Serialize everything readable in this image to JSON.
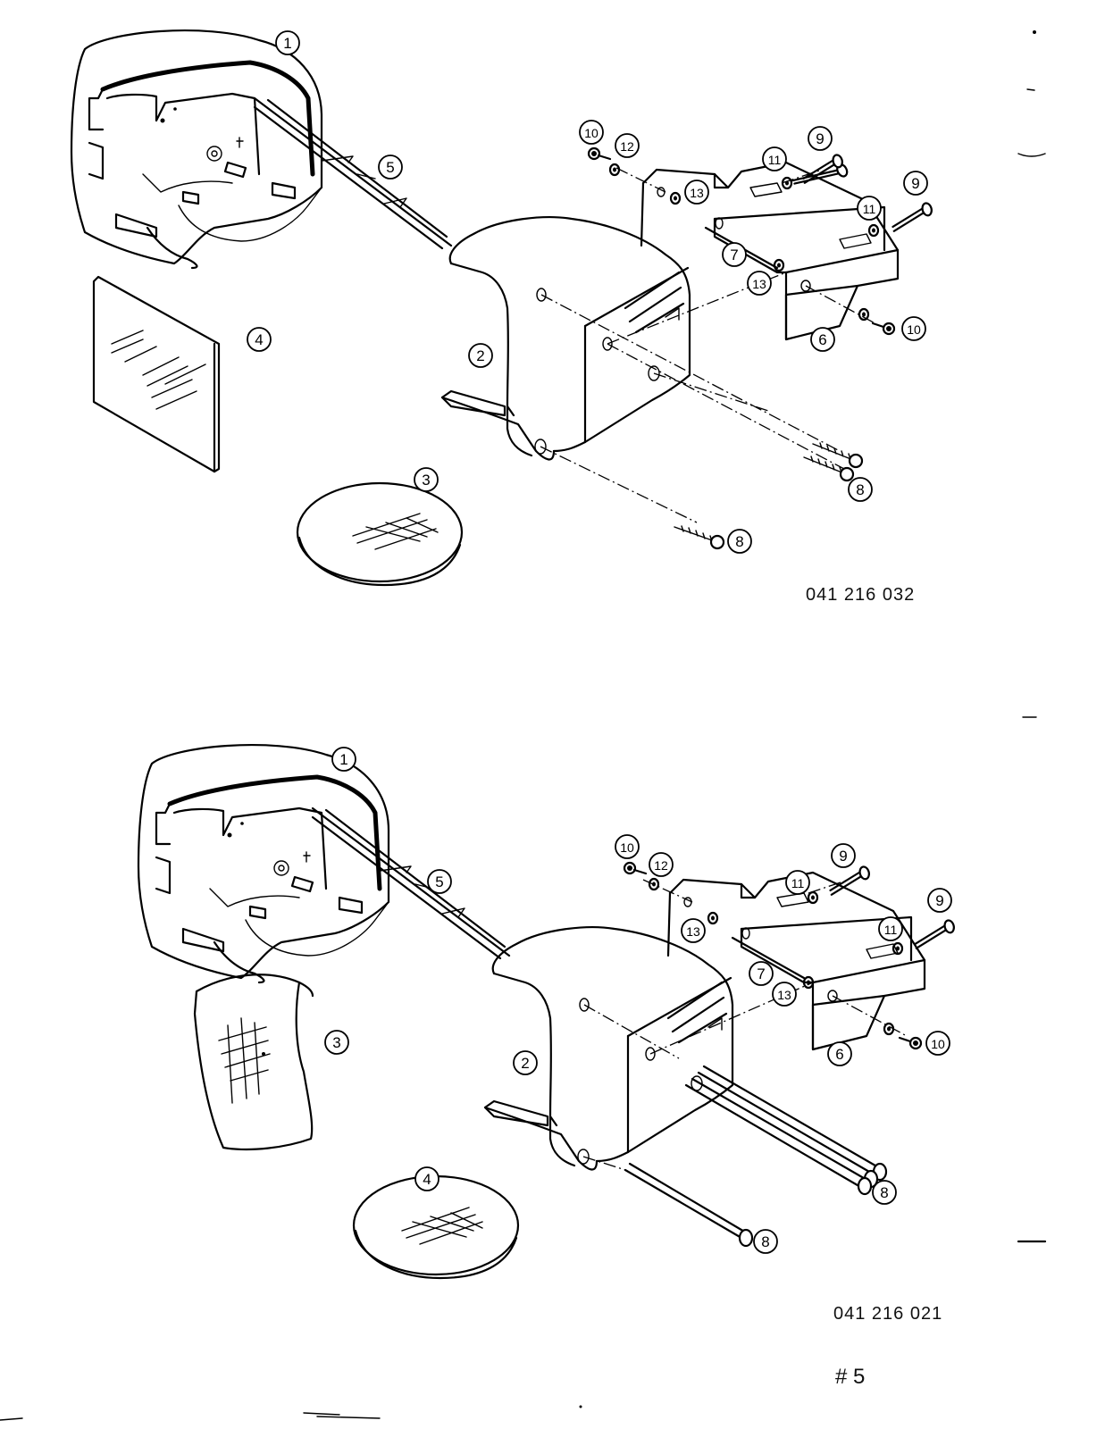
{
  "figures": [
    {
      "drawing_number": "041 216 032",
      "callouts": [
        "1",
        "2",
        "3",
        "4",
        "5",
        "6",
        "7",
        "8",
        "8",
        "9",
        "9",
        "10",
        "10",
        "11",
        "11",
        "12",
        "13",
        "13"
      ]
    },
    {
      "drawing_number": "041 216 021",
      "callouts": [
        "1",
        "2",
        "3",
        "4",
        "5",
        "6",
        "7",
        "8",
        "8",
        "9",
        "9",
        "10",
        "10",
        "11",
        "11",
        "12",
        "13",
        "13"
      ]
    }
  ],
  "page_number": "# 5"
}
